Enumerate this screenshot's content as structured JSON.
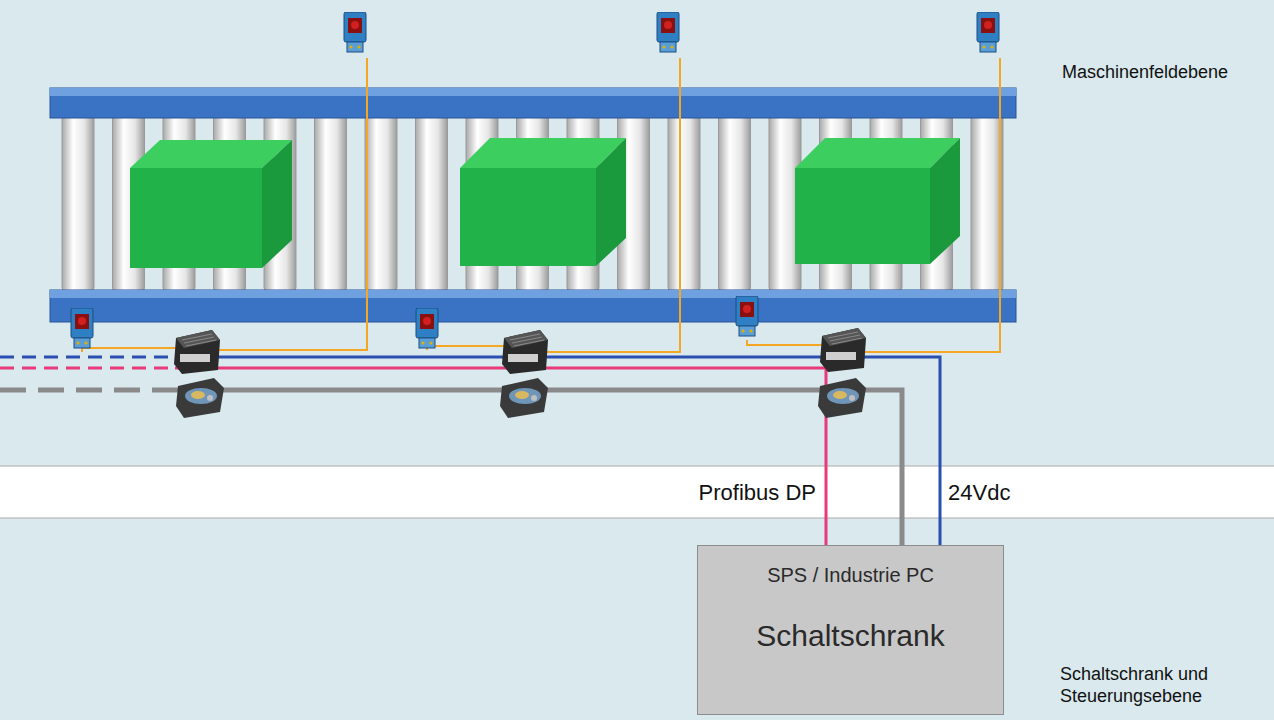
{
  "diagram": {
    "nodes": [
      {
        "text": [
          "SPS / Industrie PC",
          "Schaltschrank"
        ]
      }
    ],
    "labels": [
      "Maschinenfeldebene",
      "Profibus DP",
      "24Vdc",
      "Schaltschrank und Steuerungsebene"
    ]
  }
}
